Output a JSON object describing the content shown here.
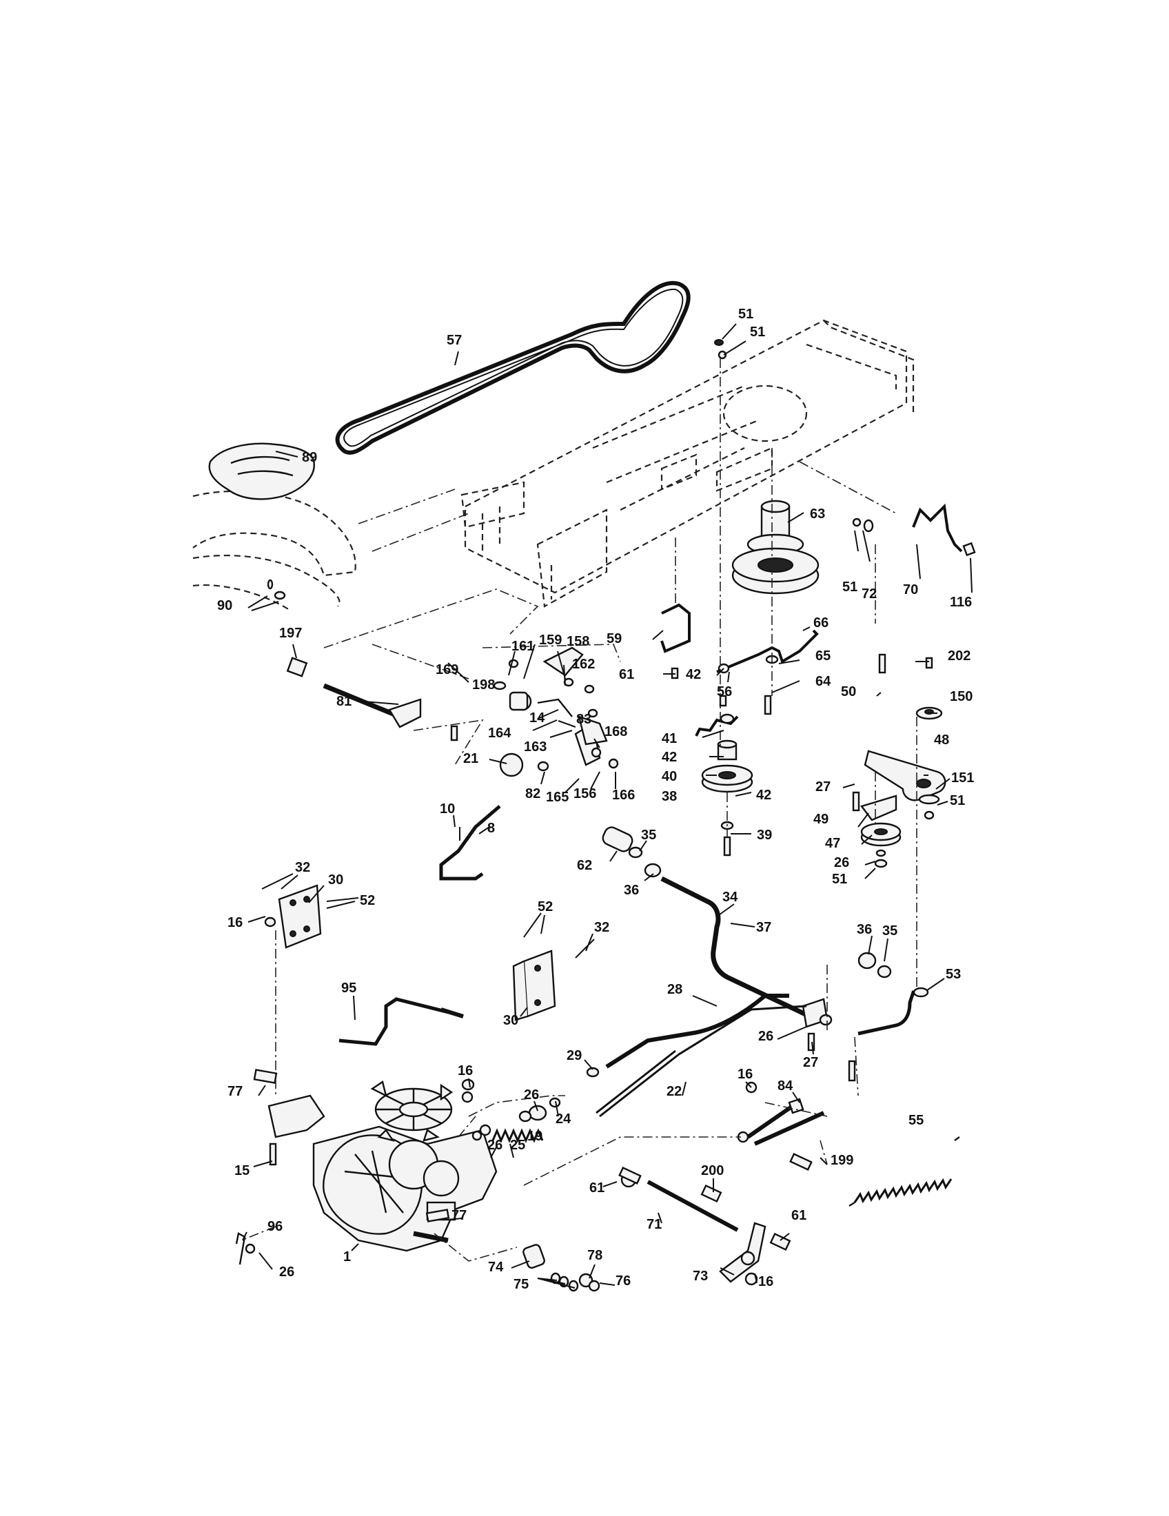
{
  "labels": {
    "l57": "57",
    "l51a": "51",
    "l51b": "51",
    "l89": "89",
    "l63": "63",
    "l51c": "51",
    "l72": "72",
    "l70": "70",
    "l116": "116",
    "l90": "90",
    "l197": "197",
    "l169": "169",
    "l161": "161",
    "l159": "159",
    "l158": "158",
    "l162": "162",
    "l198": "198",
    "l59": "59",
    "l66": "66",
    "l65": "65",
    "l61a": "61",
    "l42a": "42",
    "l56": "56",
    "l64": "64",
    "l202": "202",
    "l50": "50",
    "l150": "150",
    "l81": "81",
    "l14": "14",
    "l83": "83",
    "l164": "164",
    "l163": "163",
    "l168": "168",
    "l41": "41",
    "l42b": "42",
    "l48": "48",
    "l21": "21",
    "l82": "82",
    "l165": "165",
    "l156": "156",
    "l166": "166",
    "l40": "40",
    "l38": "38",
    "l42c": "42",
    "l27a": "27",
    "l151": "151",
    "l51d": "51",
    "l10": "10",
    "l8": "8",
    "l49": "49",
    "l39": "39",
    "l47": "47",
    "l26a": "26",
    "l51e": "51",
    "l32a": "32",
    "l30a": "30",
    "l52a": "52",
    "l16a": "16",
    "l35a": "35",
    "l62": "62",
    "l36a": "36",
    "l34": "34",
    "l52b": "52",
    "l32b": "32",
    "l37": "37",
    "l36b": "36",
    "l35b": "35",
    "l53": "53",
    "l95": "95",
    "l30b": "30",
    "l28": "28",
    "l26b": "26",
    "l27b": "27",
    "l29": "29",
    "l77a": "77",
    "l16b": "16",
    "l26c": "26",
    "l22": "22",
    "l16c": "16",
    "l84": "84",
    "l55": "55",
    "l19": "19",
    "l24": "24",
    "l25": "25",
    "l26d": "26",
    "l15": "15",
    "l199": "199",
    "l61b": "61",
    "l200": "200",
    "l71": "71",
    "l61c": "61",
    "l77b": "77",
    "l96": "96",
    "l1": "1",
    "l26e": "26",
    "l78": "78",
    "l74": "74",
    "l75": "75",
    "l76": "76",
    "l73": "73",
    "l16d": "16"
  },
  "icons": {
    "belt": "drive-belt-icon",
    "frame": "chassis-frame-icon",
    "transaxle": "transaxle-icon",
    "pulley": "pulley-icon",
    "spring": "spring-icon"
  },
  "colors": {
    "ink": "#111111",
    "paper": "#ffffff"
  }
}
